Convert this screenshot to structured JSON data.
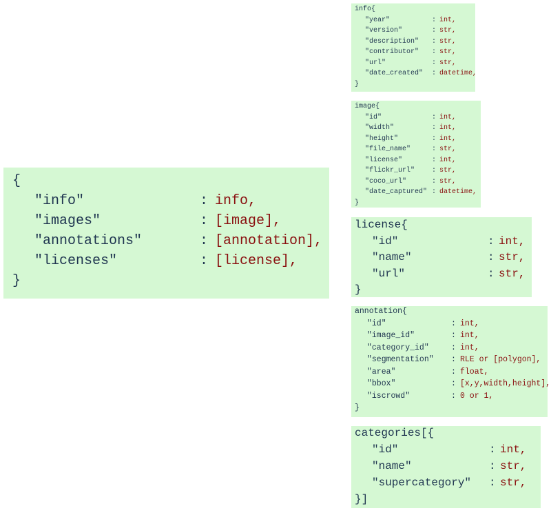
{
  "main": {
    "open": "{",
    "close": "}",
    "fields": [
      {
        "key": "\"info\"",
        "value": "info,"
      },
      {
        "key": "\"images\"",
        "value": "[image],"
      },
      {
        "key": "\"annotations\"",
        "value": "[annotation],"
      },
      {
        "key": "\"licenses\"",
        "value": "[license],"
      }
    ]
  },
  "info": {
    "open": "info{",
    "close": "}",
    "fields": [
      {
        "key": "\"year\"",
        "value": "int,"
      },
      {
        "key": "\"version\"",
        "value": "str,"
      },
      {
        "key": "\"description\"",
        "value": "str,"
      },
      {
        "key": "\"contributor\"",
        "value": "str,"
      },
      {
        "key": "\"url\"",
        "value": "str,"
      },
      {
        "key": "\"date_created\"",
        "value": "datetime,"
      }
    ]
  },
  "image": {
    "open": "image{",
    "close": "}",
    "fields": [
      {
        "key": "\"id\"",
        "value": "int,"
      },
      {
        "key": "\"width\"",
        "value": "int,"
      },
      {
        "key": "\"height\"",
        "value": "int,"
      },
      {
        "key": "\"file_name\"",
        "value": "str,"
      },
      {
        "key": "\"license\"",
        "value": "int,"
      },
      {
        "key": "\"flickr_url\"",
        "value": "str,"
      },
      {
        "key": "\"coco_url\"",
        "value": "str,"
      },
      {
        "key": "\"date_captured\"",
        "value": "datetime,"
      }
    ]
  },
  "license": {
    "open": "license{",
    "close": "}",
    "fields": [
      {
        "key": "\"id\"",
        "value": "int,"
      },
      {
        "key": "\"name\"",
        "value": "str,"
      },
      {
        "key": "\"url\"",
        "value": "str,"
      }
    ]
  },
  "annotation": {
    "open": "annotation{",
    "close": "}",
    "fields": [
      {
        "key": "\"id\"",
        "value": "int,"
      },
      {
        "key": "\"image_id\"",
        "value": "int,"
      },
      {
        "key": "\"category_id\"",
        "value": "int,"
      },
      {
        "key": "\"segmentation\"",
        "value": "RLE or [polygon],"
      },
      {
        "key": "\"area\"",
        "value": "float,"
      },
      {
        "key": "\"bbox\"",
        "value": "[x,y,width,height],"
      },
      {
        "key": "\"iscrowd\"",
        "value": "0 or 1,"
      }
    ]
  },
  "categories": {
    "open": "categories[{",
    "close": "}]",
    "fields": [
      {
        "key": "\"id\"",
        "value": "int,"
      },
      {
        "key": "\"name\"",
        "value": "str,"
      },
      {
        "key": "\"supercategory\"",
        "value": "str,"
      }
    ]
  },
  "colon": ":"
}
